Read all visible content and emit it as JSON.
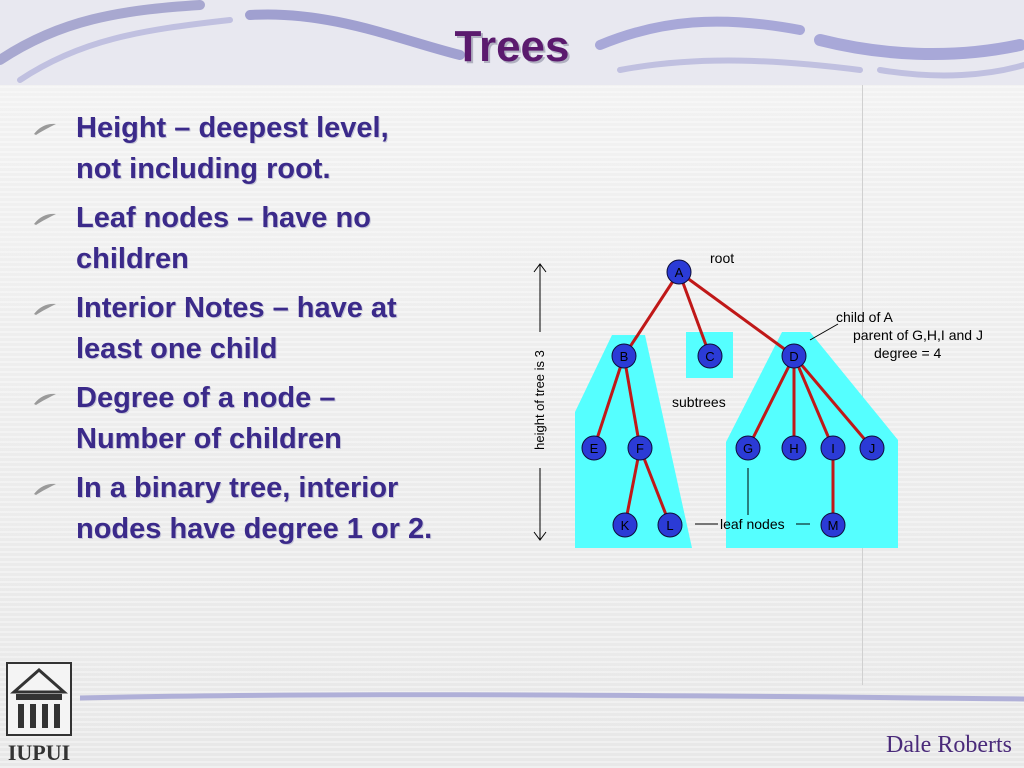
{
  "slide": {
    "title": "Trees",
    "author": "Dale Roberts",
    "logo_text": "IUPUI"
  },
  "bullets": [
    {
      "line1": "Height – deepest level,",
      "line2": "not including root."
    },
    {
      "line1": "Leaf nodes – have no",
      "line2": "children"
    },
    {
      "line1": "Interior Notes – have at",
      "line2": "least one child"
    },
    {
      "line1": "Degree of a node –",
      "line2": "Number of children"
    },
    {
      "line1": "In a binary tree, interior",
      "line2": "nodes have degree 1 or 2."
    }
  ],
  "diagram": {
    "nodes": {
      "A": "A",
      "B": "B",
      "C": "C",
      "D": "D",
      "E": "E",
      "F": "F",
      "G": "G",
      "H": "H",
      "I": "I",
      "J": "J",
      "K": "K",
      "L": "L",
      "M": "M"
    },
    "labels": {
      "root": "root",
      "child_of_a": "child of A",
      "parent_of": "parent of G,H,I and J",
      "degree": "degree = 4",
      "subtrees": "subtrees",
      "leaf_nodes": "leaf nodes",
      "height": "height of tree is 3"
    },
    "colors": {
      "node_fill": "#2b3bd6",
      "edge": "#c01818",
      "subtree_fill": "#55ffff",
      "title": "#5b1a6e",
      "bullet_text": "#3b2a8a"
    }
  }
}
